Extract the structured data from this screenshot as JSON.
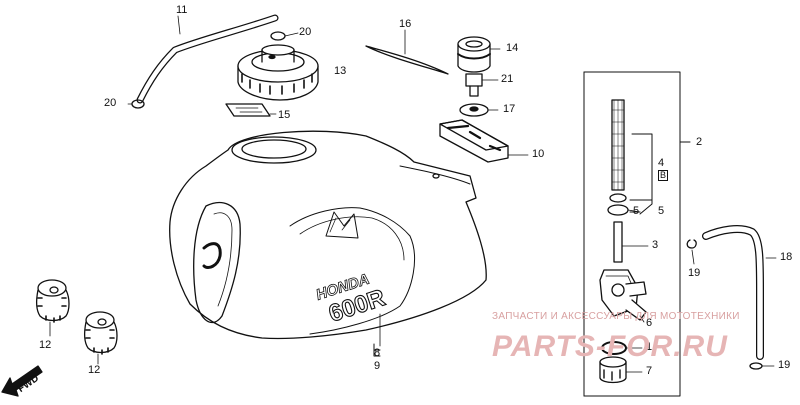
{
  "callouts": {
    "c1": "1",
    "c2": "2",
    "c3": "3",
    "c4": "4",
    "c4b": "B",
    "c5": "5",
    "c5b": "5",
    "c6": "6",
    "c7": "7",
    "c8": "8",
    "c9": "9",
    "c10": "10",
    "c11": "11",
    "c12a": "12",
    "c12b": "12",
    "c13": "13",
    "c14": "14",
    "c15": "15",
    "c16": "16",
    "c17": "17",
    "c18": "18",
    "c19a": "19",
    "c19b": "19",
    "c20a": "20",
    "c20b": "20",
    "c21": "21"
  },
  "tank_text": {
    "brand": "HONDA",
    "model": "600R"
  },
  "watermark": {
    "subtitle": "ЗАПЧАСТИ И АКСЕССУАРЫ ДЛЯ МОТОТЕХНИКИ",
    "brand": "PARTS-FOR.RU"
  },
  "direction": {
    "label": "FWD"
  }
}
